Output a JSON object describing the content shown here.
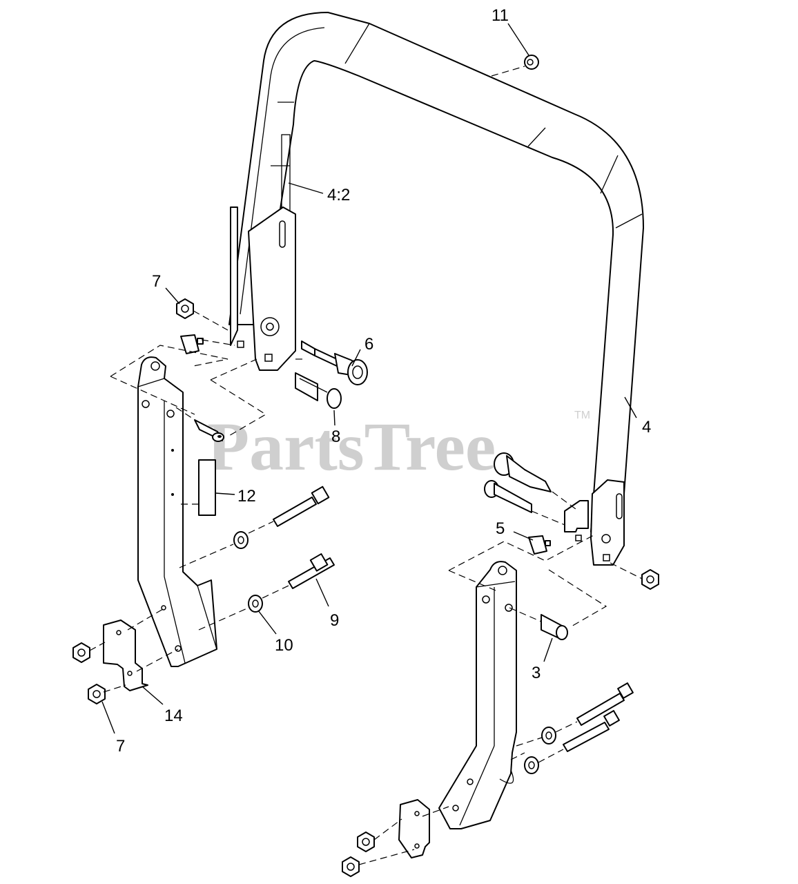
{
  "watermark": {
    "text": "PartsTree",
    "tm": "TM"
  },
  "callouts": [
    {
      "id": "c11",
      "label": "11"
    },
    {
      "id": "c4-2",
      "label": "4:2"
    },
    {
      "id": "c7a",
      "label": "7"
    },
    {
      "id": "c6",
      "label": "6"
    },
    {
      "id": "c8",
      "label": "8"
    },
    {
      "id": "c4",
      "label": "4"
    },
    {
      "id": "c12",
      "label": "12"
    },
    {
      "id": "c5",
      "label": "5"
    },
    {
      "id": "c9",
      "label": "9"
    },
    {
      "id": "c10",
      "label": "10"
    },
    {
      "id": "c3",
      "label": "3"
    },
    {
      "id": "c14",
      "label": "14"
    },
    {
      "id": "c7b",
      "label": "7"
    }
  ]
}
